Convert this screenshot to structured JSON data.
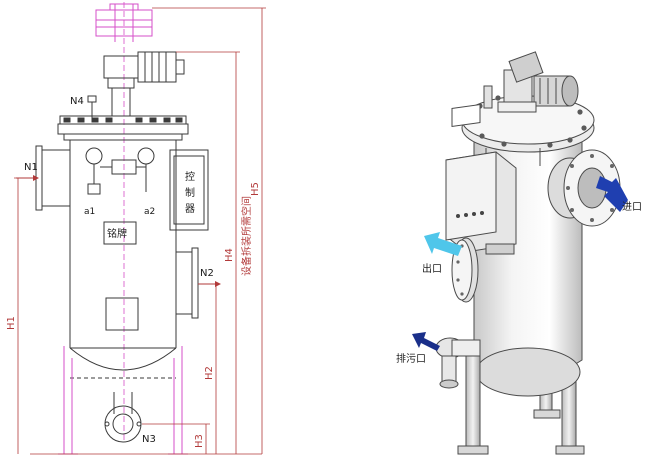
{
  "drawing": {
    "nozzles": {
      "n1": "N1",
      "n2": "N2",
      "n3": "N3",
      "n4": "N4"
    },
    "gauges": {
      "a1": "a1",
      "a2": "a2"
    },
    "control_box": [
      "控",
      "制",
      "器"
    ],
    "nameplate": "铭牌",
    "dimensions": {
      "h1": "H1",
      "h2": "H2",
      "h3": "H3",
      "h4": "H4",
      "h5": "H5"
    },
    "clearance_note": "设备拆装所需空间"
  },
  "render": {
    "inlet": "进口",
    "outlet": "出口",
    "drain": "排污口"
  },
  "colors": {
    "line": "#3a3a3a",
    "dimension": "#b23a3a",
    "flange_pink": "#d64fc8",
    "arrow_inlet": "#1f3fb0",
    "arrow_outlet": "#4fc6ea",
    "arrow_drain": "#1a2f8a"
  }
}
